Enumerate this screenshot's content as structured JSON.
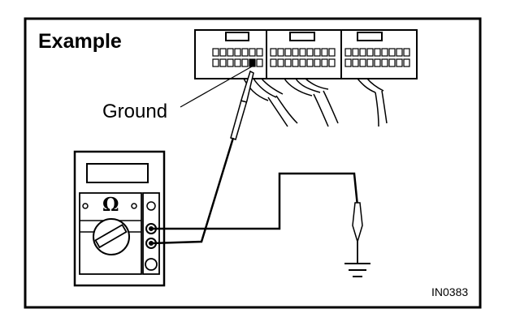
{
  "figure": {
    "title": "Example",
    "ground_label": "Ground",
    "ohm_symbol": "Ω",
    "figure_code": "IN0383"
  },
  "icons": {
    "meter": "ohmmeter-icon",
    "connector": "ecu-connector-icon",
    "ground": "ground-symbol-icon",
    "probe": "test-probe-icon"
  },
  "colors": {
    "ink": "#000000",
    "paper": "#ffffff"
  }
}
